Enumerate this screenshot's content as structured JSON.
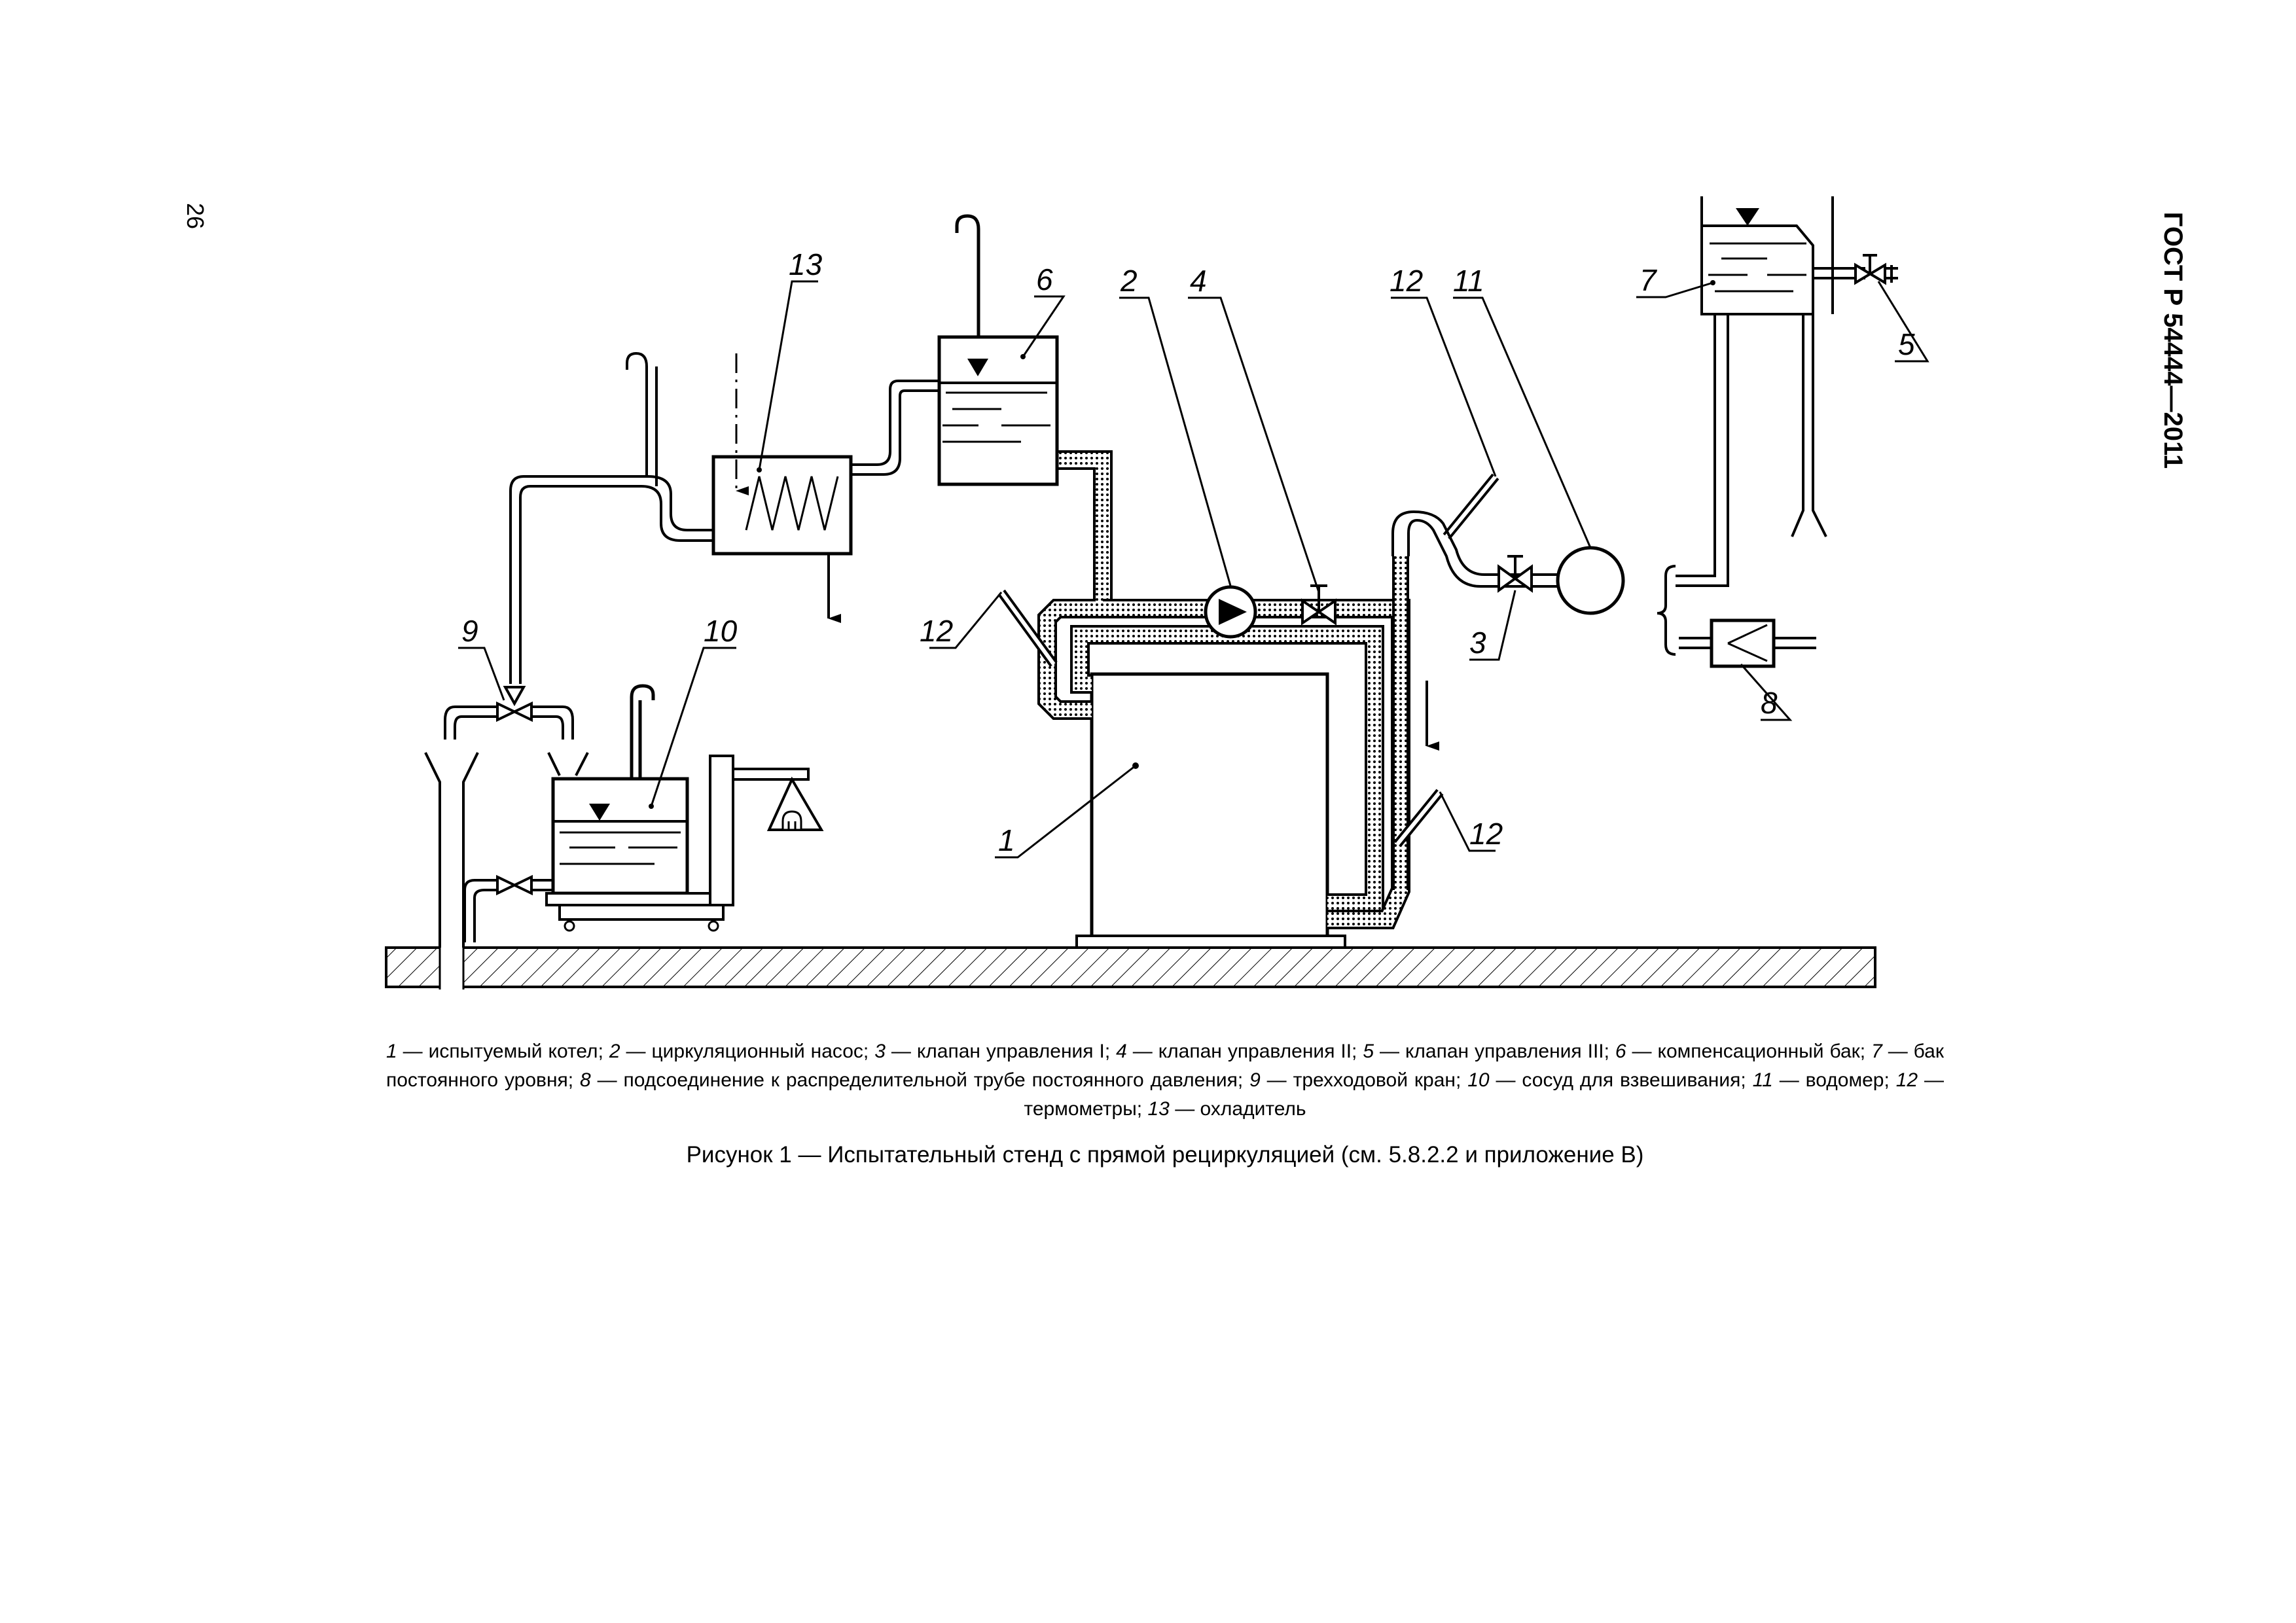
{
  "page_number": "26",
  "standard_code": "ГОСТ Р 54444—2011",
  "figure": {
    "labels": {
      "l1": "1",
      "l2": "2",
      "l3": "3",
      "l4": "4",
      "l5": "5",
      "l6": "6",
      "l7": "7",
      "l8": "8",
      "l9": "9",
      "l10": "10",
      "l11": "11",
      "l12a": "12",
      "l12b": "12",
      "l12c": "12",
      "l13": "13"
    },
    "legend": [
      {
        "num": "1",
        "text": " — испытуемый котел; "
      },
      {
        "num": "2",
        "text": " — циркуляционный насос; "
      },
      {
        "num": "3",
        "text": " — клапан управления I; "
      },
      {
        "num": "4",
        "text": " — клапан управления II; "
      },
      {
        "num": "5",
        "text": " — клапан управления III; "
      },
      {
        "num": "6",
        "text": " — компенсационный бак; "
      },
      {
        "num": "7",
        "text": " — бак постоянного уровня; "
      },
      {
        "num": "8",
        "text": " — подсоединение к распределительной трубе постоянного давления; "
      },
      {
        "num": "9",
        "text": " — трехходовой кран; "
      },
      {
        "num": "10",
        "text": " — сосуд для взвешивания; "
      },
      {
        "num": "11",
        "text": " — водомер; "
      },
      {
        "num": "12",
        "text": " — термометры; "
      },
      {
        "num": "13",
        "text": " — охладитель"
      }
    ],
    "caption": "Рисунок 1 — Испытательный стенд с прямой рециркуляцией (см. 5.8.2.2 и приложение В)"
  }
}
